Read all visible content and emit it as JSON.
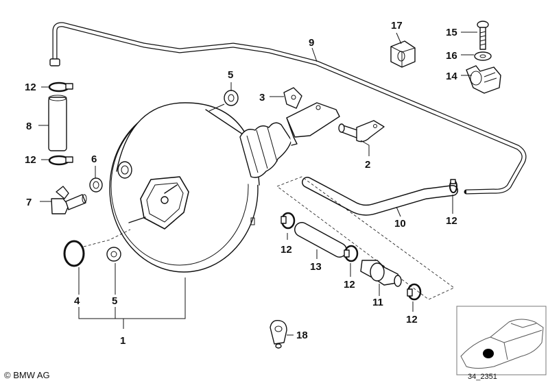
{
  "copyright": "© BMW AG",
  "drawing_number": "34_2351",
  "callouts": {
    "c1": "1",
    "c2": "2",
    "c3": "3",
    "c4": "4",
    "c5a": "5",
    "c5b": "5",
    "c6": "6",
    "c7": "7",
    "c8": "8",
    "c9": "9",
    "c10": "10",
    "c11": "11",
    "c12a": "12",
    "c12b": "12",
    "c12c": "12",
    "c12d": "12",
    "c12e": "12",
    "c12f": "12",
    "c13": "13",
    "c14": "14",
    "c15": "15",
    "c16": "16",
    "c17": "17",
    "c18": "18"
  }
}
